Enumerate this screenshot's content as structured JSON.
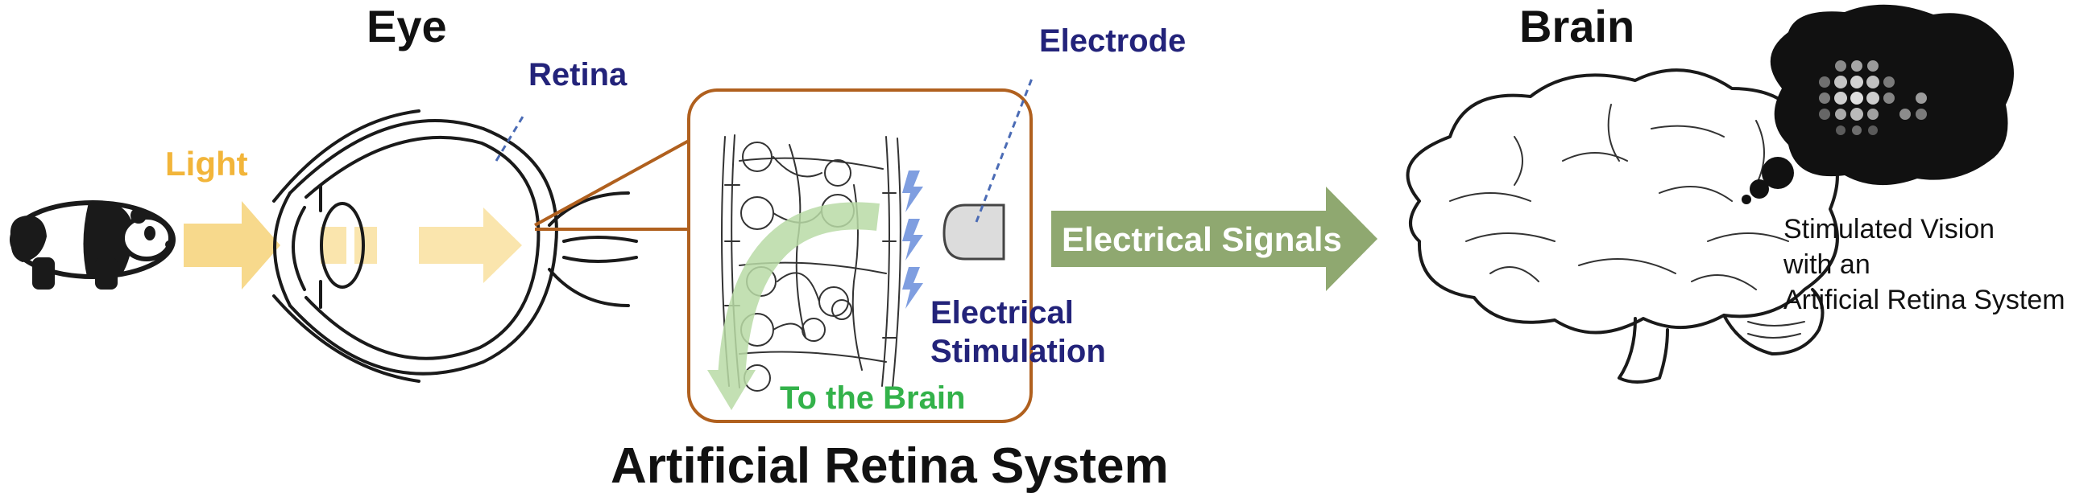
{
  "headings": {
    "eye": "Eye",
    "brain": "Brain",
    "system": "Artificial Retina System"
  },
  "labels": {
    "retina": "Retina",
    "light": "Light",
    "electrode": "Electrode",
    "electrical_stimulation_line1": "Electrical",
    "electrical_stimulation_line2": "Stimulation",
    "to_the_brain": "To the Brain",
    "electrical_signals": "Electrical Signals",
    "vision_caption_line1": "Stimulated Vision",
    "vision_caption_line2": "with an",
    "vision_caption_line3": "Artificial Retina System"
  },
  "colors": {
    "light_arrow": "#f7d98c",
    "light_text": "#f2b53a",
    "navy_text": "#23237a",
    "box_border": "#b0601e",
    "green_arrow": "#8fa870",
    "to_brain_arrow": "#b9dba6",
    "to_brain_text": "#33b24a",
    "bolt": "#7f9ee0",
    "electrode_fill": "#dcdcdc"
  },
  "icons": [
    "panda-icon",
    "eye-icon",
    "retina-cells-icon",
    "lightning-bolt-icon",
    "electrode-icon",
    "brain-icon",
    "thought-bubble-icon"
  ]
}
